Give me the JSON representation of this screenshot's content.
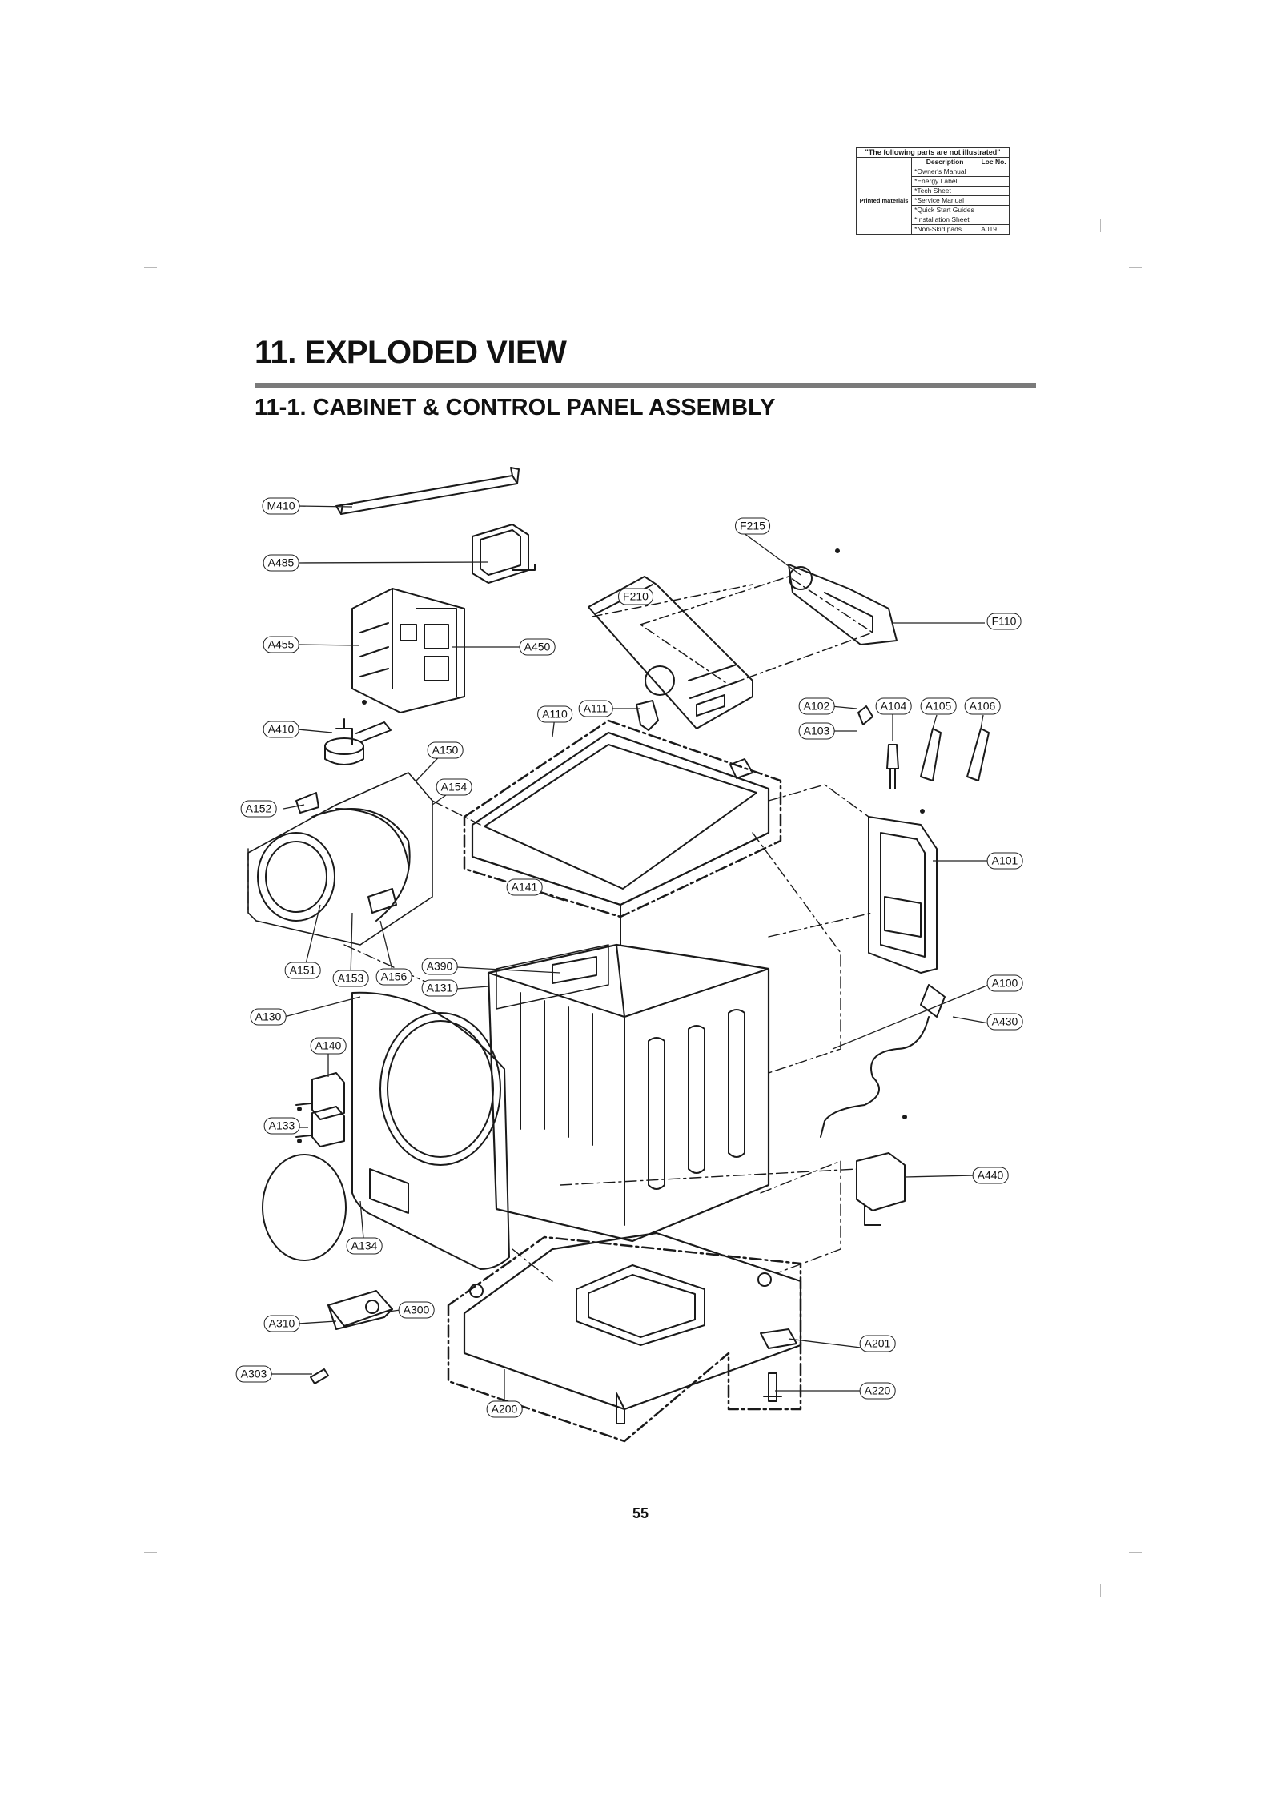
{
  "page": {
    "title": "11.  EXPLODED VIEW",
    "subtitle": "11-1.  CABINET  & CONTROL PANEL ASSEMBLY",
    "page_number": "55"
  },
  "not_illustrated_table": {
    "header": "\"The following parts are not illustrated\"",
    "columns": [
      "Description",
      "Loc No."
    ],
    "group_label": "Printed materials",
    "rows": [
      {
        "description": "*Owner's Manual",
        "loc": ""
      },
      {
        "description": "*Energy Label",
        "loc": ""
      },
      {
        "description": "*Tech Sheet",
        "loc": ""
      },
      {
        "description": "*Service Manual",
        "loc": ""
      },
      {
        "description": "*Quick Start Guides",
        "loc": ""
      },
      {
        "description": "*Installation Sheet",
        "loc": ""
      },
      {
        "description": "*Non-Skid pads",
        "loc": "A019"
      }
    ]
  },
  "callouts": {
    "m410": "M410",
    "a485": "A485",
    "a455": "A455",
    "a450": "A450",
    "a410": "A410",
    "a150": "A150",
    "a154": "A154",
    "a152": "A152",
    "a151": "A151",
    "a153": "A153",
    "a156": "A156",
    "a130": "A130",
    "a140": "A140",
    "a133": "A133",
    "a134": "A134",
    "a310": "A310",
    "a300": "A300",
    "a303": "A303",
    "a200": "A200",
    "a201": "A201",
    "a220": "A220",
    "f215": "F215",
    "f210": "F210",
    "f110": "F110",
    "a110": "A110",
    "a111": "A111",
    "a102": "A102",
    "a103": "A103",
    "a104": "A104",
    "a105": "A105",
    "a106": "A106",
    "a101": "A101",
    "a100": "A100",
    "a430": "A430",
    "a440": "A440",
    "a141": "A141",
    "a390": "A390",
    "a131": "A131"
  }
}
